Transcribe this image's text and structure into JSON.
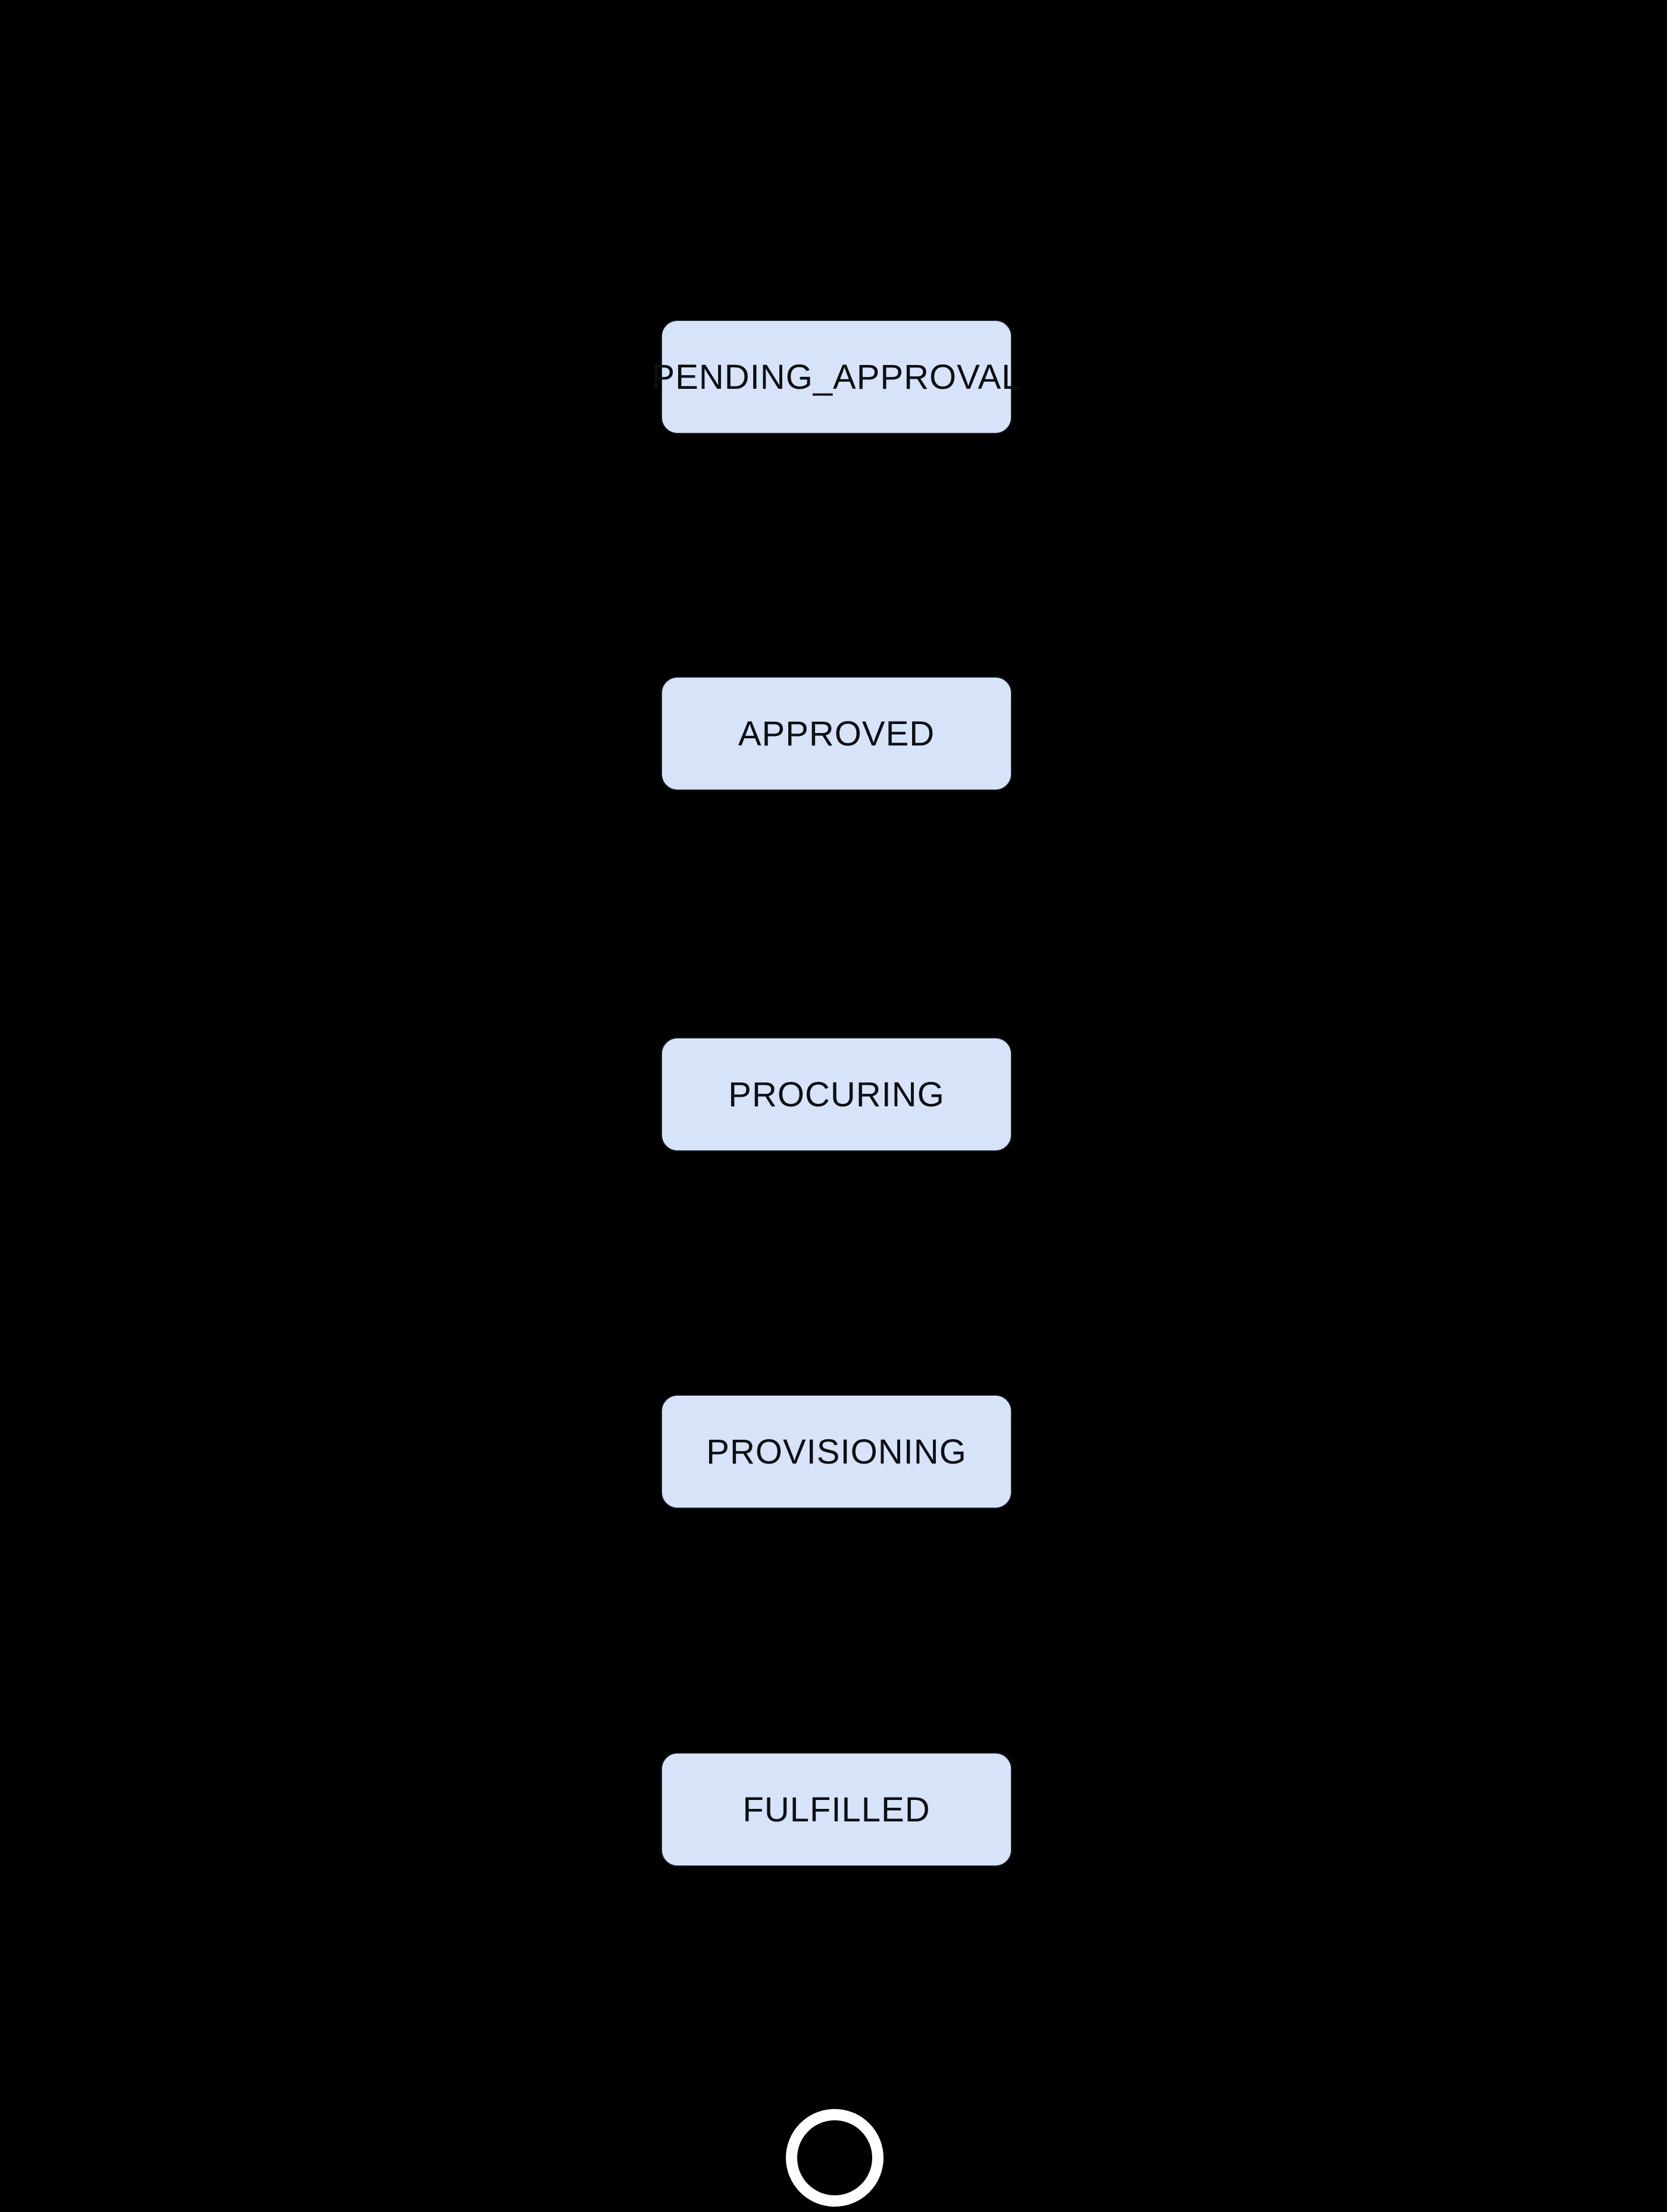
{
  "diagram": {
    "type": "state-flow",
    "orientation": "vertical",
    "colors": {
      "background": "#000000",
      "node_fill": "#d7e3f8",
      "node_border": "#141a26",
      "node_text": "#0c0e12",
      "end_ring": "#ffffff"
    },
    "states": [
      {
        "label": "PENDING_APPROVAL"
      },
      {
        "label": "APPROVED"
      },
      {
        "label": "PROCURING"
      },
      {
        "label": "PROVISIONING"
      },
      {
        "label": "FULFILLED"
      }
    ],
    "end_marker": {
      "shape": "ring",
      "meaning": "final-state"
    }
  }
}
